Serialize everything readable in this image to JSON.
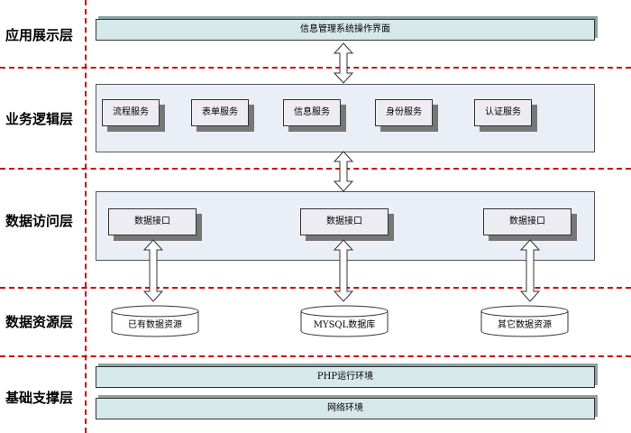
{
  "layers": [
    {
      "id": "presentation",
      "label": "应用展示层"
    },
    {
      "id": "logic",
      "label": "业务逻辑层"
    },
    {
      "id": "access",
      "label": "数据访问层"
    },
    {
      "id": "resource",
      "label": "数据资源层"
    },
    {
      "id": "base",
      "label": "基础支撑层"
    }
  ],
  "presentation": {
    "ui_label": "信息管理系统操作界面"
  },
  "logic": {
    "services": [
      "流程服务",
      "表单服务",
      "信息服务",
      "身份服务",
      "认证服务"
    ]
  },
  "access": {
    "interfaces": [
      "数据接口",
      "数据接口",
      "数据接口"
    ]
  },
  "resource": {
    "stores": [
      "已有数据资源",
      "MYSQL数据库",
      "其它数据资源"
    ]
  },
  "base": {
    "php_env": "PHP运行环境",
    "network_env": "网络环境"
  },
  "colors": {
    "divider": "#cc0000",
    "bar_fill": "#d5e8ea",
    "panel_fill": "#e9eef7",
    "box_fill": "#ececf2"
  }
}
